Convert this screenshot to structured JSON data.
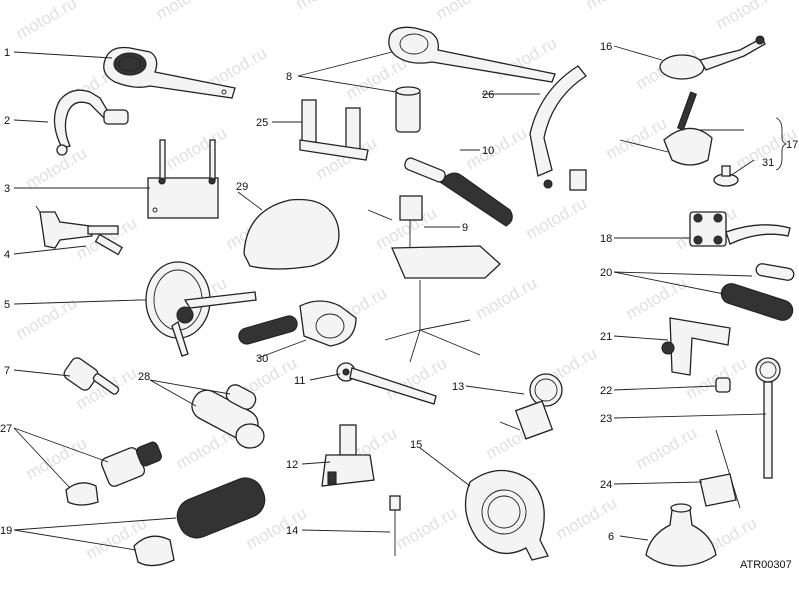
{
  "watermark": "motod.ru",
  "drawing_code": "ATR00307",
  "labels": {
    "l1": "1",
    "l2": "2",
    "l3": "3",
    "l4": "4",
    "l5": "5",
    "l6": "6",
    "l7": "7",
    "l8": "8",
    "l9": "9",
    "l10": "10",
    "l11": "11",
    "l12": "12",
    "l13": "13",
    "l14": "14",
    "l15": "15",
    "l16": "16",
    "l17": "17",
    "l18": "18",
    "l19": "19",
    "l20": "20",
    "l21": "21",
    "l22": "22",
    "l23": "23",
    "l24": "24",
    "l25": "25",
    "l26": "26",
    "l27": "27",
    "l28": "28",
    "l29": "29",
    "l30": "30",
    "l31": "31"
  }
}
